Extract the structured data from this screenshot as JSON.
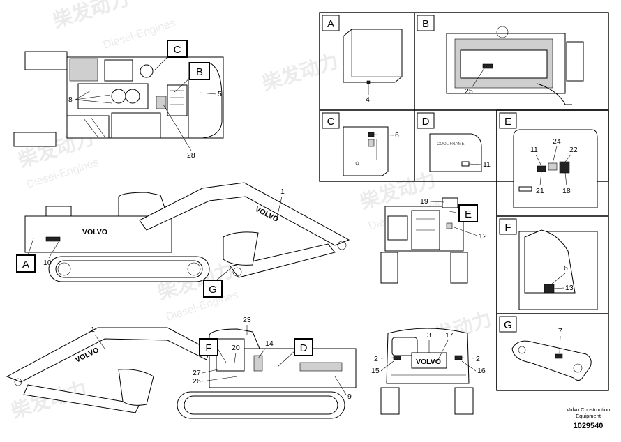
{
  "watermark": {
    "cn": "柴发动力",
    "en": "Diesel-Engines"
  },
  "callouts": {
    "A": "A",
    "B": "B",
    "C": "C",
    "D": "D",
    "E": "E",
    "F": "F",
    "G": "G"
  },
  "panels": {
    "A": {
      "label": "A",
      "numbers": [
        "4"
      ]
    },
    "B": {
      "label": "B",
      "numbers": [
        "25"
      ]
    },
    "C": {
      "label": "C",
      "numbers": [
        "6"
      ]
    },
    "D": {
      "label": "D",
      "numbers": [
        "11"
      ],
      "decal_text": "COOL FRAME"
    },
    "E": {
      "label": "E",
      "numbers": [
        "11",
        "24",
        "22",
        "21",
        "18"
      ]
    },
    "F": {
      "label": "F",
      "numbers": [
        "6",
        "13"
      ]
    },
    "G": {
      "label": "G",
      "numbers": [
        "7"
      ]
    }
  },
  "top_view_numbers": [
    "8",
    "5",
    "28"
  ],
  "side_view_numbers": [
    "1",
    "10"
  ],
  "front_view_numbers": [
    "19",
    "12"
  ],
  "left_view_numbers": [
    "1",
    "23",
    "20",
    "14",
    "27",
    "26",
    "9"
  ],
  "rear_view_numbers": [
    "3",
    "17",
    "2",
    "2",
    "15",
    "16"
  ],
  "brand": "VOLVO",
  "footer": {
    "line1": "Volvo Construction",
    "line2": "Equipment",
    "id": "1029540"
  }
}
